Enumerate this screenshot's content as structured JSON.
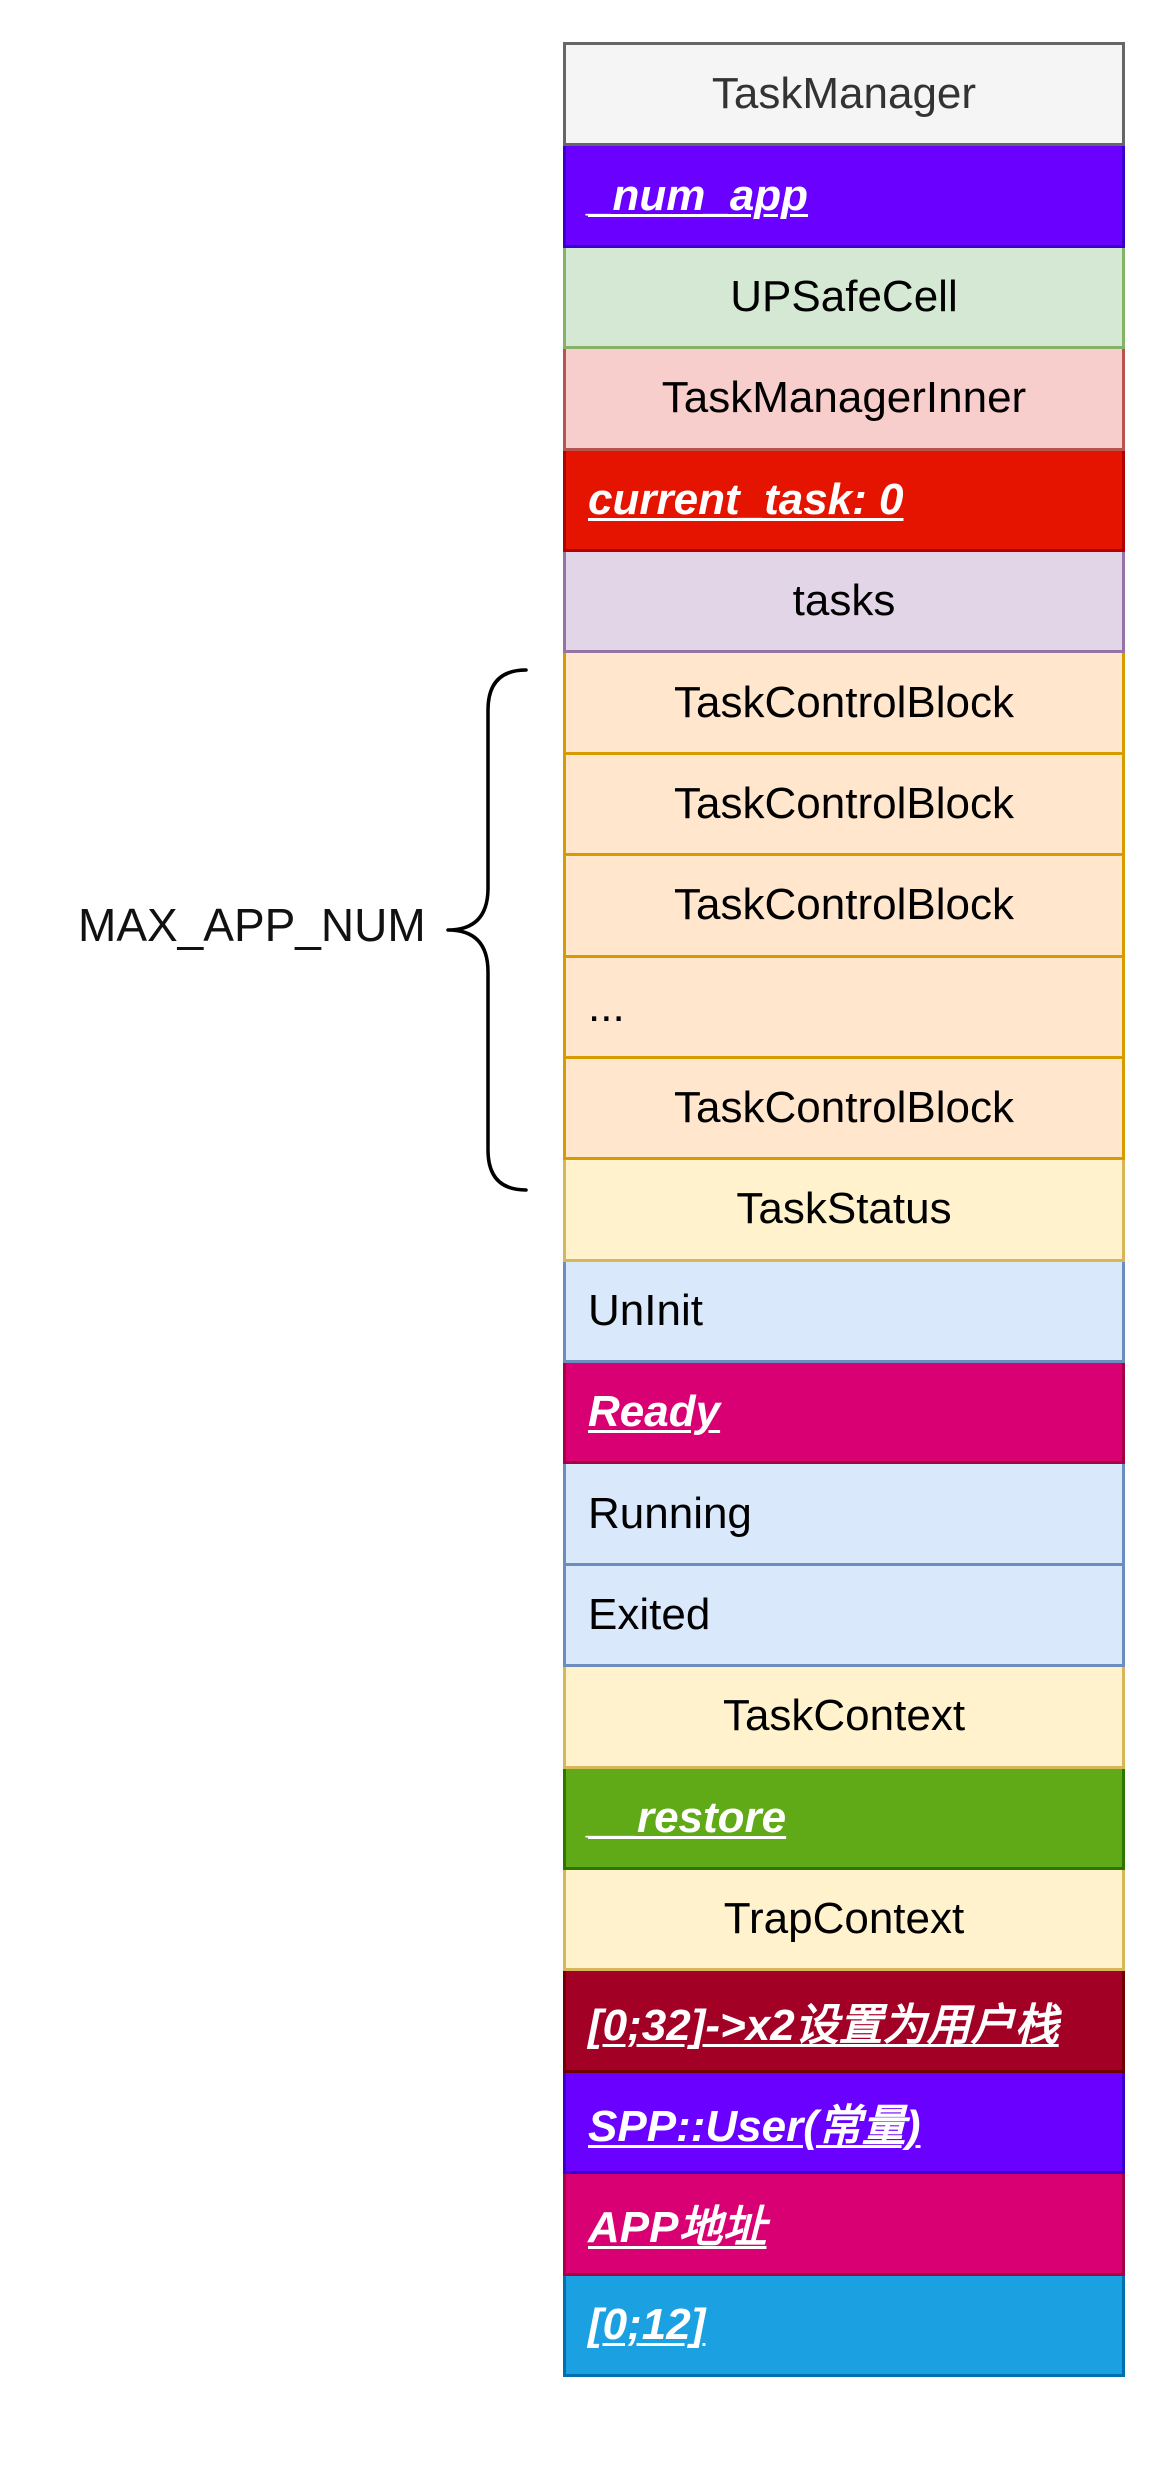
{
  "brace": {
    "label": "MAX_APP_NUM"
  },
  "cells": [
    {
      "name": "task-manager-header",
      "text": "TaskManager",
      "align": "center",
      "emphasis": false,
      "bg": "#f5f5f5",
      "border": "#666666",
      "color": "#333333"
    },
    {
      "name": "num-app-field",
      "text": "_num_app",
      "align": "left",
      "emphasis": true,
      "bg": "#6a00ff",
      "border": "#3700cc",
      "color": "#ffffff"
    },
    {
      "name": "upsafecell-header",
      "text": "UPSafeCell",
      "align": "center",
      "emphasis": false,
      "bg": "#d5e8d4",
      "border": "#82b366",
      "color": "#000000"
    },
    {
      "name": "task-manager-inner-header",
      "text": "TaskManagerInner",
      "align": "center",
      "emphasis": false,
      "bg": "#f8cecc",
      "border": "#b85450",
      "color": "#000000"
    },
    {
      "name": "current-task-field",
      "text": "current_task: 0",
      "align": "left",
      "emphasis": true,
      "bg": "#e51400",
      "border": "#b20000",
      "color": "#ffffff"
    },
    {
      "name": "tasks-header",
      "text": "tasks",
      "align": "center",
      "emphasis": false,
      "bg": "#e1d5e7",
      "border": "#9673a6",
      "color": "#000000"
    },
    {
      "name": "task-control-block-1",
      "text": "TaskControlBlock",
      "align": "center",
      "emphasis": false,
      "bg": "#ffe6cc",
      "border": "#d79b00",
      "color": "#000000"
    },
    {
      "name": "task-control-block-2",
      "text": "TaskControlBlock",
      "align": "center",
      "emphasis": false,
      "bg": "#ffe6cc",
      "border": "#d79b00",
      "color": "#000000"
    },
    {
      "name": "task-control-block-3",
      "text": "TaskControlBlock",
      "align": "center",
      "emphasis": false,
      "bg": "#ffe6cc",
      "border": "#d79b00",
      "color": "#000000"
    },
    {
      "name": "task-control-block-ellipsis",
      "text": "...",
      "align": "left",
      "emphasis": false,
      "bg": "#ffe6cc",
      "border": "#d79b00",
      "color": "#000000"
    },
    {
      "name": "task-control-block-last",
      "text": "TaskControlBlock",
      "align": "center",
      "emphasis": false,
      "bg": "#ffe6cc",
      "border": "#d79b00",
      "color": "#000000"
    },
    {
      "name": "task-status-header",
      "text": "TaskStatus",
      "align": "center",
      "emphasis": false,
      "bg": "#fff2cc",
      "border": "#d6b656",
      "color": "#000000"
    },
    {
      "name": "status-uninit",
      "text": "UnInit",
      "align": "left",
      "emphasis": false,
      "bg": "#dae8fc",
      "border": "#6c8ebf",
      "color": "#000000"
    },
    {
      "name": "status-ready",
      "text": "Ready",
      "align": "left",
      "emphasis": true,
      "bg": "#d80073",
      "border": "#a50040",
      "color": "#ffffff"
    },
    {
      "name": "status-running",
      "text": "Running",
      "align": "left",
      "emphasis": false,
      "bg": "#dae8fc",
      "border": "#6c8ebf",
      "color": "#000000"
    },
    {
      "name": "status-exited",
      "text": "Exited",
      "align": "left",
      "emphasis": false,
      "bg": "#dae8fc",
      "border": "#6c8ebf",
      "color": "#000000"
    },
    {
      "name": "task-context-header",
      "text": "TaskContext",
      "align": "center",
      "emphasis": false,
      "bg": "#fff2cc",
      "border": "#d6b656",
      "color": "#000000"
    },
    {
      "name": "restore-field",
      "text": "__restore",
      "align": "left",
      "emphasis": true,
      "bg": "#60a917",
      "border": "#2d7600",
      "color": "#ffffff"
    },
    {
      "name": "trap-context-header",
      "text": "TrapContext",
      "align": "center",
      "emphasis": false,
      "bg": "#fff2cc",
      "border": "#d6b656",
      "color": "#000000"
    },
    {
      "name": "registers-field",
      "text": "[0;32]->x2设置为用户栈",
      "align": "left",
      "emphasis": true,
      "bg": "#a20025",
      "border": "#6f0000",
      "color": "#ffffff"
    },
    {
      "name": "spp-field",
      "text": "SPP::User(常量)",
      "align": "left",
      "emphasis": true,
      "bg": "#6a00ff",
      "border": "#3700cc",
      "color": "#ffffff"
    },
    {
      "name": "app-address-field",
      "text": "APP地址",
      "align": "left",
      "emphasis": true,
      "bg": "#d80073",
      "border": "#a50040",
      "color": "#ffffff"
    },
    {
      "name": "range-field",
      "text": "[0;12]",
      "align": "left",
      "emphasis": true,
      "bg": "#1ba1e2",
      "border": "#006eaf",
      "color": "#ffffff"
    }
  ]
}
